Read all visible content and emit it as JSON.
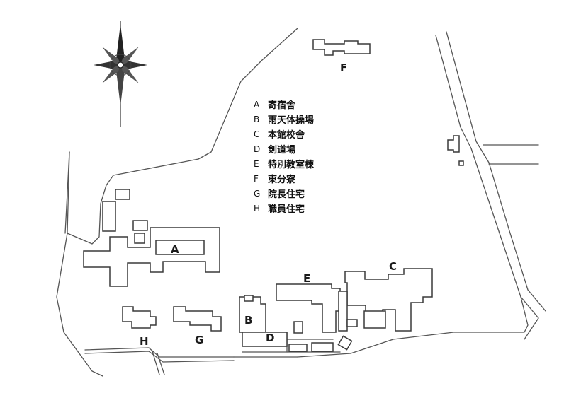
{
  "legend": [
    {
      "key": "A",
      "name": "寄宿舎"
    },
    {
      "key": "B",
      "name": "雨天体操場"
    },
    {
      "key": "C",
      "name": "本館校舎"
    },
    {
      "key": "D",
      "name": "剣道場"
    },
    {
      "key": "E",
      "name": "特別教室棟"
    },
    {
      "key": "F",
      "name": "東分寮"
    },
    {
      "key": "G",
      "name": "院長住宅"
    },
    {
      "key": "H",
      "name": "職員住宅"
    }
  ],
  "building_labels": {
    "A": "A",
    "B": "B",
    "C": "C",
    "D": "D",
    "E": "E",
    "F": "F",
    "G": "G",
    "H": "H"
  },
  "compass": {
    "icon": "compass-rose-icon"
  }
}
